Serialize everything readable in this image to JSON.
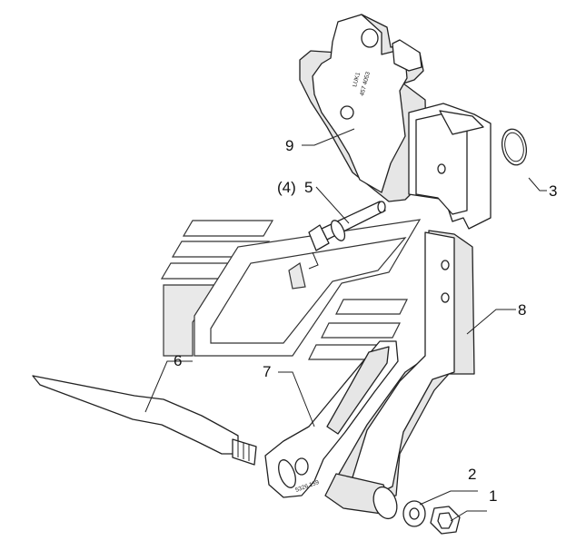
{
  "callouts": {
    "c1": "1",
    "c2": "2",
    "c3": "3",
    "c4": "(4)",
    "c5": "5",
    "c6": "6",
    "c7": "7",
    "c8": "8",
    "c9": "9"
  },
  "markings": {
    "bracket_code_a": "LUK1",
    "bracket_code_b": "457 4053",
    "arm_code": "5326 159"
  }
}
